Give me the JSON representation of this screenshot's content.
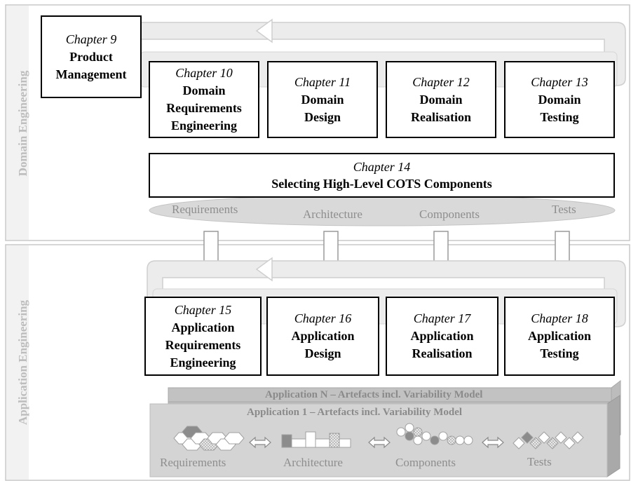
{
  "sections": {
    "domain": "Domain Engineering",
    "application": "Application Engineering"
  },
  "domain_chapters": [
    {
      "chapter": "Chapter 9",
      "title_lines": [
        "Product",
        "Management"
      ]
    },
    {
      "chapter": "Chapter 10",
      "title_lines": [
        "Domain",
        "Requirements",
        "Engineering"
      ]
    },
    {
      "chapter": "Chapter 11",
      "title_lines": [
        "Domain",
        "Design"
      ]
    },
    {
      "chapter": "Chapter 12",
      "title_lines": [
        "Domain",
        "Realisation"
      ]
    },
    {
      "chapter": "Chapter 13",
      "title_lines": [
        "Domain",
        "Testing"
      ]
    }
  ],
  "cots_chapter": {
    "chapter": "Chapter 14",
    "title": "Selecting High-Level COTS Components"
  },
  "domain_artefacts": [
    "Requirements",
    "Architecture",
    "Components",
    "Tests"
  ],
  "application_chapters": [
    {
      "chapter": "Chapter 15",
      "title_lines": [
        "Application",
        "Requirements",
        "Engineering"
      ]
    },
    {
      "chapter": "Chapter 16",
      "title_lines": [
        "Application",
        "Design"
      ]
    },
    {
      "chapter": "Chapter 17",
      "title_lines": [
        "Application",
        "Realisation"
      ]
    },
    {
      "chapter": "Chapter 18",
      "title_lines": [
        "Application",
        "Testing"
      ]
    }
  ],
  "application_layers": {
    "back": "Application N – Artefacts incl. Variability Model",
    "front": "Application 1 – Artefacts incl. Variability Model"
  },
  "application_artefacts": [
    "Requirements",
    "Architecture",
    "Components",
    "Tests"
  ],
  "colors": {
    "band_fill": "#f2f2f2",
    "band_stroke": "#bfbfbf",
    "arrow_fill": "#e6e6e6",
    "label_gray": "#bdbdbd",
    "artefact_fill": "#d9d9d9"
  }
}
